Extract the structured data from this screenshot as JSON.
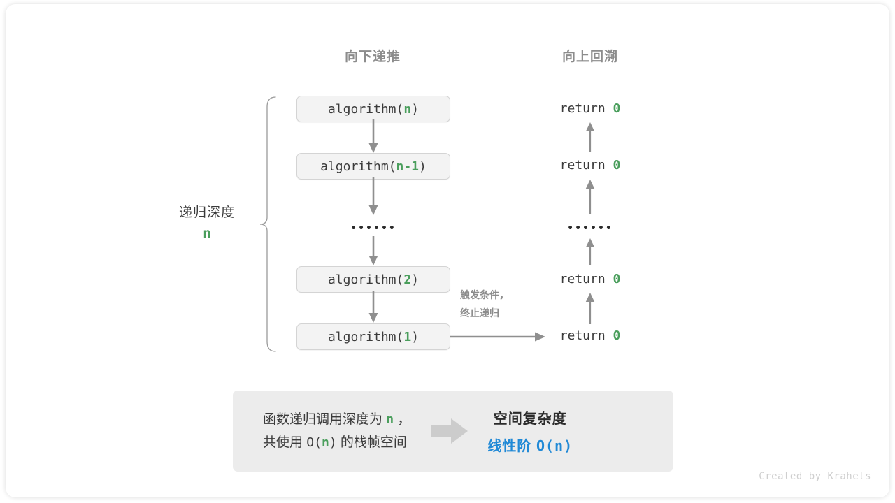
{
  "figure": {
    "title_down": "向下递推",
    "title_up": "向上回溯",
    "depth_label": "递归深度",
    "depth_value": "n",
    "ellipsis": "••••••",
    "trigger_note_line1": "触发条件，",
    "trigger_note_line2": "终止递归",
    "footer": "Created by Krahets"
  },
  "colors": {
    "green": "#4a9e5c",
    "blue": "#2089d6",
    "gray_text": "#3b3b3b",
    "gray_muted": "#8c8c8c",
    "arrow": "#8f8f8f",
    "box_bg": "#f3f3f3",
    "box_border": "#d4d4d4",
    "panel_bg": "#ececec",
    "block_arrow": "#cccccc",
    "footer": "#cfcfcf"
  },
  "call_stack": [
    {
      "fn": "algorithm(",
      "arg": "n",
      "close": ")"
    },
    {
      "fn": "algorithm(",
      "arg": "n-1",
      "close": ")"
    },
    {
      "fn": "algorithm(",
      "arg": "2",
      "close": ")"
    },
    {
      "fn": "algorithm(",
      "arg": "1",
      "close": ")"
    }
  ],
  "returns": [
    {
      "kw": "return ",
      "val": "0"
    },
    {
      "kw": "return ",
      "val": "0"
    },
    {
      "kw": "return ",
      "val": "0"
    },
    {
      "kw": "return ",
      "val": "0"
    }
  ],
  "summary": {
    "left_line1_a": "函数递归调用深度为 ",
    "left_line1_n": "n",
    "left_line1_b": " ，",
    "left_line2_a": "共使用 ",
    "left_line2_o": "O(",
    "left_line2_n": "n",
    "left_line2_c": ")",
    "left_line2_b": " 的栈帧空间",
    "right_line1": "空间复杂度",
    "right_line2_a": "线性阶 ",
    "right_line2_b": "O(n)"
  }
}
